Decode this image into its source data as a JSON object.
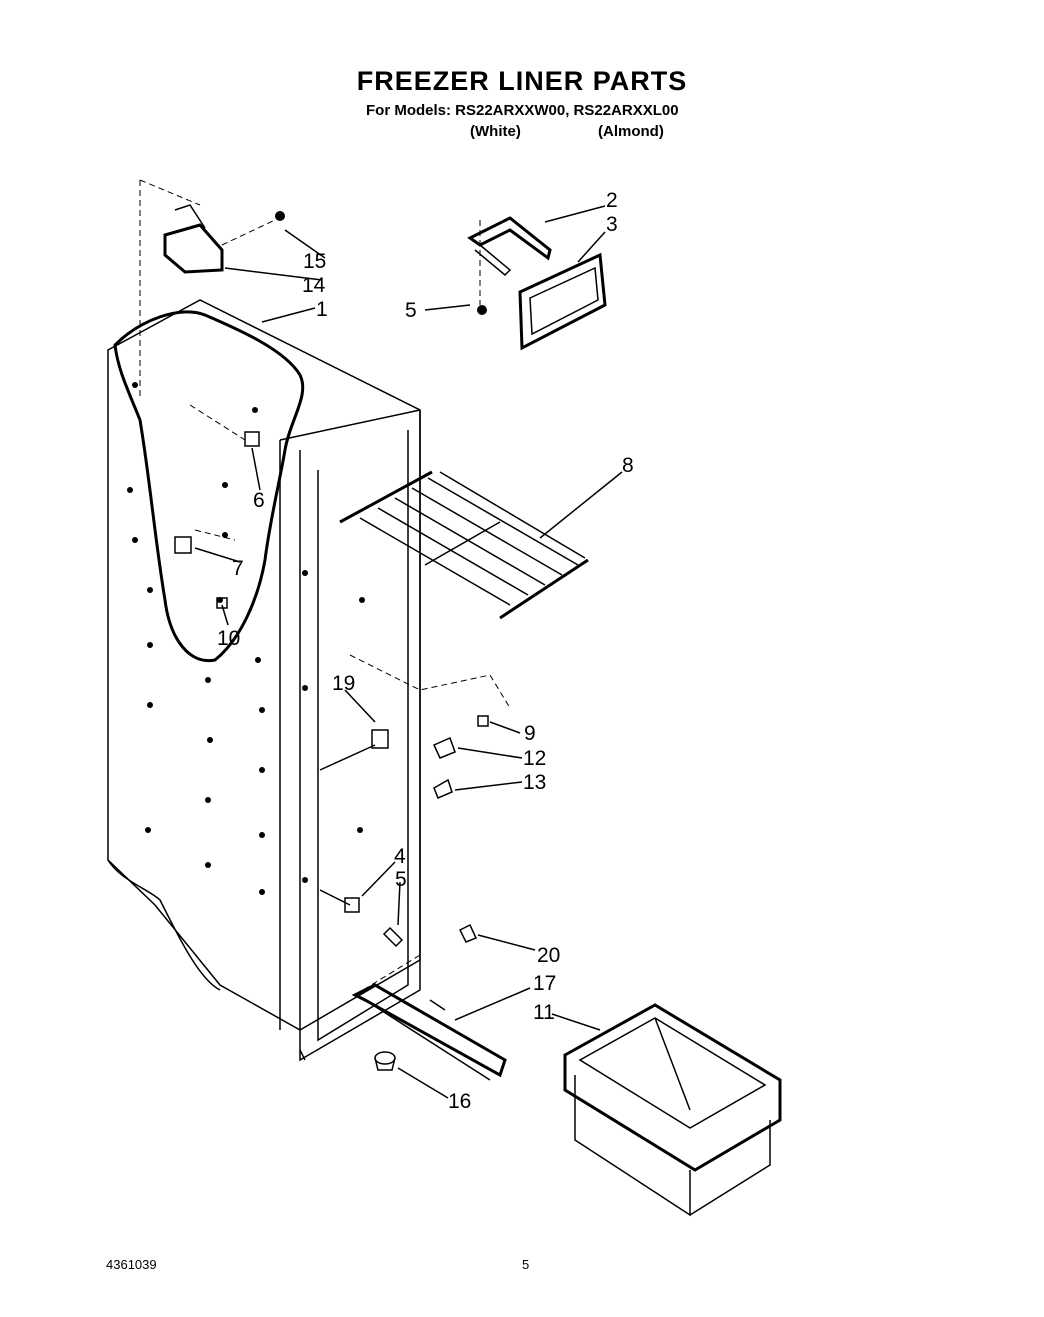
{
  "header": {
    "title": "FREEZER LINER PARTS",
    "models": "For Models: RS22ARXXW00, RS22ARXXL00",
    "variant_white": "(White)",
    "variant_almond": "(Almond)"
  },
  "callouts": [
    "15",
    "14",
    "1",
    "2",
    "3",
    "5",
    "6",
    "7",
    "10",
    "8",
    "19",
    "9",
    "12",
    "13",
    "4",
    "5",
    "20",
    "17",
    "11",
    "16"
  ],
  "footer": {
    "doc_number": "4361039",
    "page_number": "5"
  }
}
